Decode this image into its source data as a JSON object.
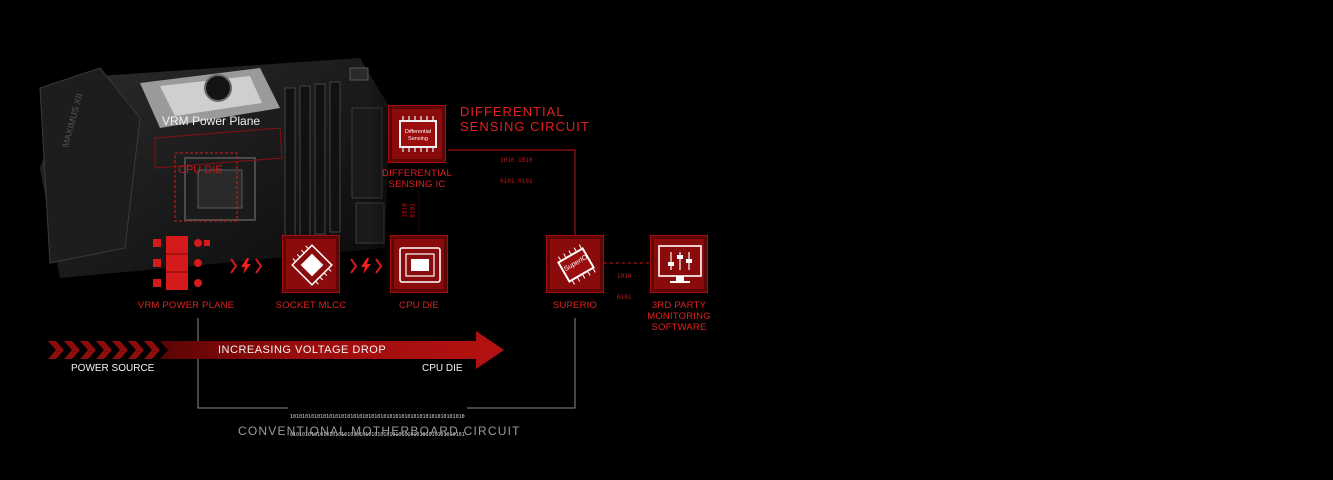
{
  "board": {
    "vrm_title": "VRM Power Plane",
    "cpu_die_overlay": "CPU DIE"
  },
  "differential": {
    "title_line1": "DIFFERENTIAL",
    "title_line2": "SENSING CIRCUIT",
    "chip_text_line1": "Differential",
    "chip_text_line2": "Sensing",
    "ic_label_line1": "DIFFERENTIAL",
    "ic_label_line2": "SENSING IC",
    "binary_top_line1": "1010 1010",
    "binary_top_line2": "0101 0101",
    "binary_vertical_left": "1010",
    "binary_vertical_right": "0101"
  },
  "nodes": {
    "vrm": "VRM POWER PLANE",
    "socket": "SOCKET MLCC",
    "cpu_die": "CPU DIE",
    "superio": "SUPERIO",
    "superio_chip": "SuperIO",
    "software_line1": "3rd PARTY",
    "software_line2": "MONITORING",
    "software_line3": "SOFTWARE",
    "binary_right_line1": "1010",
    "binary_right_line2": "0101"
  },
  "arrow": {
    "text": "INCREASING VOLTAGE DROP",
    "left_label": "POWER SOURCE",
    "right_label": "CPU DIE"
  },
  "footer": {
    "binary_line1": "1010101010101010101010101010101010101010101010101010101010",
    "binary_line2": "0101010101010101010101010101010101010101010101010101010101",
    "caption": "CONVENTIONAL MOTHERBOARD CIRCUIT"
  },
  "colors": {
    "background": "#000000",
    "accent_red": "#e0201e",
    "dark_red": "#5e0606",
    "line_gray": "#8a8a8a"
  }
}
